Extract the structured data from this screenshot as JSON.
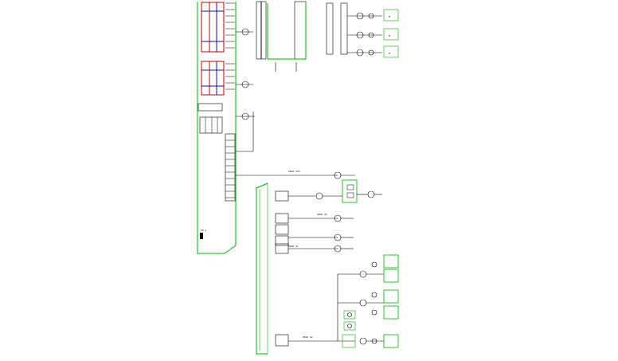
{
  "drawing": {
    "type": "electrical single-line schematic (rotated sheet)",
    "colors": {
      "background": "#ffffff",
      "wire": "#000000",
      "frame": "#00b000",
      "panel_red": "#c00000",
      "panel_blue": "#1010a0"
    },
    "labels": {
      "cable_main": "XPLE 3x6",
      "cable_a": "XPLE 4x",
      "cable_b": "XPLE 4x",
      "cable_c": "XPLE 4x",
      "panel_id": "TD-1",
      "load_1": "M",
      "load_2": "M",
      "load_3": "M"
    }
  }
}
